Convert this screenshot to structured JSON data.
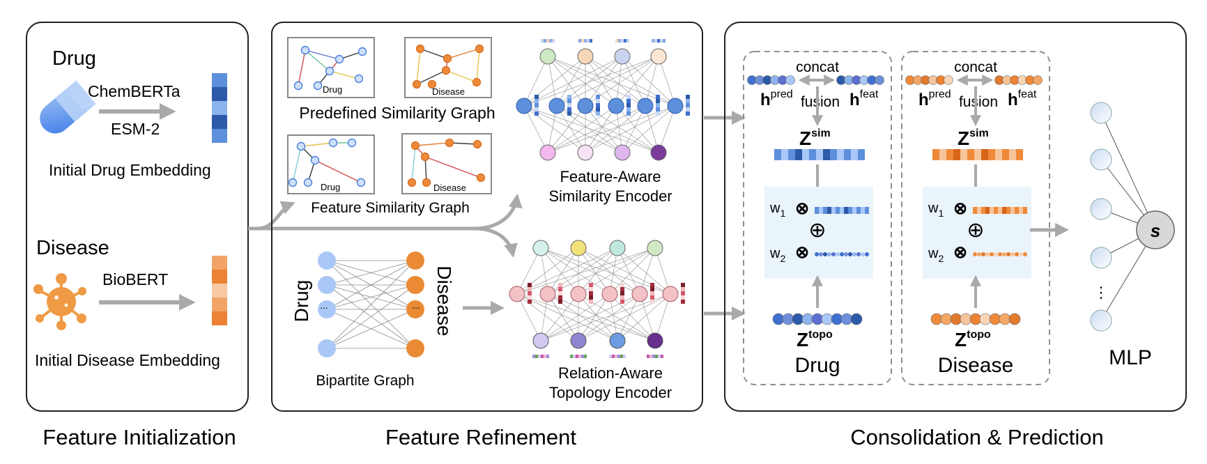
{
  "panels": {
    "init": {
      "caption": "Feature Initialization",
      "drug_heading": "Drug",
      "drug_model_1": "ChemBERTa",
      "drug_model_2": "ESM-2",
      "drug_embedding_label": "Initial Drug Embedding",
      "disease_heading": "Disease",
      "disease_model": "BioBERT",
      "disease_embedding_label": "Initial Disease Embedding"
    },
    "refine": {
      "caption": "Feature Refinement",
      "predefined_graph_label": "Predefined Similarity Graph",
      "feature_graph_label": "Feature Similarity Graph",
      "graph_drug_tag": "Drug",
      "graph_disease_tag": "Disease",
      "sim_encoder_line1": "Feature-Aware",
      "sim_encoder_line2": "Similarity Encoder",
      "topo_encoder_line1": "Relation-Aware",
      "topo_encoder_line2": "Topology Encoder",
      "bipartite_label": "Bipartite Graph",
      "bipartite_drug": "Drug",
      "bipartite_disease": "Disease",
      "ellipsis": "..."
    },
    "consolidate": {
      "caption": "Consolidation & Prediction",
      "concat": "concat",
      "fusion": "fusion",
      "h_base": "h",
      "h_pred_sup": "pred",
      "h_feat_sup": "feat",
      "z_base": "Z",
      "z_sim_sup": "sim",
      "z_topo_sup": "topo",
      "w_base": "w",
      "w1_sub": "1",
      "w2_sub": "2",
      "times": "⊗",
      "plus": "⊕",
      "drug_label": "Drug",
      "disease_label": "Disease",
      "mlp_label": "MLP",
      "output_symbol": "s",
      "mlp_ellipsis": "⋮"
    }
  },
  "colors": {
    "drug_blue": "#4a7fe0",
    "disease_orange": "#ee8a3a",
    "arrow_gray": "#a9a9a9",
    "panel_border": "#222222",
    "dashed_border": "#8a8f99",
    "fusion_bg": "#eaf4fb"
  }
}
